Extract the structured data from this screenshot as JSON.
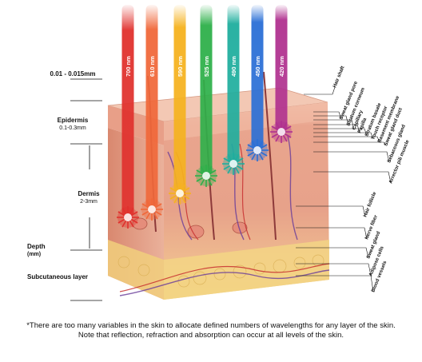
{
  "wavelengths": [
    {
      "label": "700 nm",
      "color": "#e0312d"
    },
    {
      "label": "610 nm",
      "color": "#f0683a"
    },
    {
      "label": "590 nm",
      "color": "#f5b21f"
    },
    {
      "label": "525 nm",
      "color": "#2eb04a"
    },
    {
      "label": "490 nm",
      "color": "#1fae9e"
    },
    {
      "label": "450 nm",
      "color": "#2a6fd6"
    },
    {
      "label": "420 nm",
      "color": "#b0318f"
    }
  ],
  "left_labels": {
    "top_measure": "0.01 - 0.015mm",
    "epidermis": "Epidermis",
    "epidermis_depth": "0.1-0.3mm",
    "dermis": "Dermis",
    "dermis_depth": "2-3mm",
    "depth": "Depth",
    "depth_unit": "(mm)",
    "subcutaneous": "Subcutaneous layer"
  },
  "structures": [
    "Hair shaft",
    "Sweat gland pore",
    "Stratum corneum",
    "Capillary",
    "Papilla",
    "Stratum basale",
    "Touch receptor",
    "Basement membrane",
    "Sweat gland duct",
    "Sebaceous gland",
    "Arrector pili muscle",
    "Hair follicle",
    "Nerve fiber",
    "Sweat gland",
    "Adipose cells",
    "Blood vessels"
  ],
  "footnote": {
    "line1": "*There are too many variables in the skin to allocate defined numbers of wavelengths for any layer of the skin.",
    "line2": "Note that reflection, refraction and absorption can occur at all levels of the skin."
  }
}
